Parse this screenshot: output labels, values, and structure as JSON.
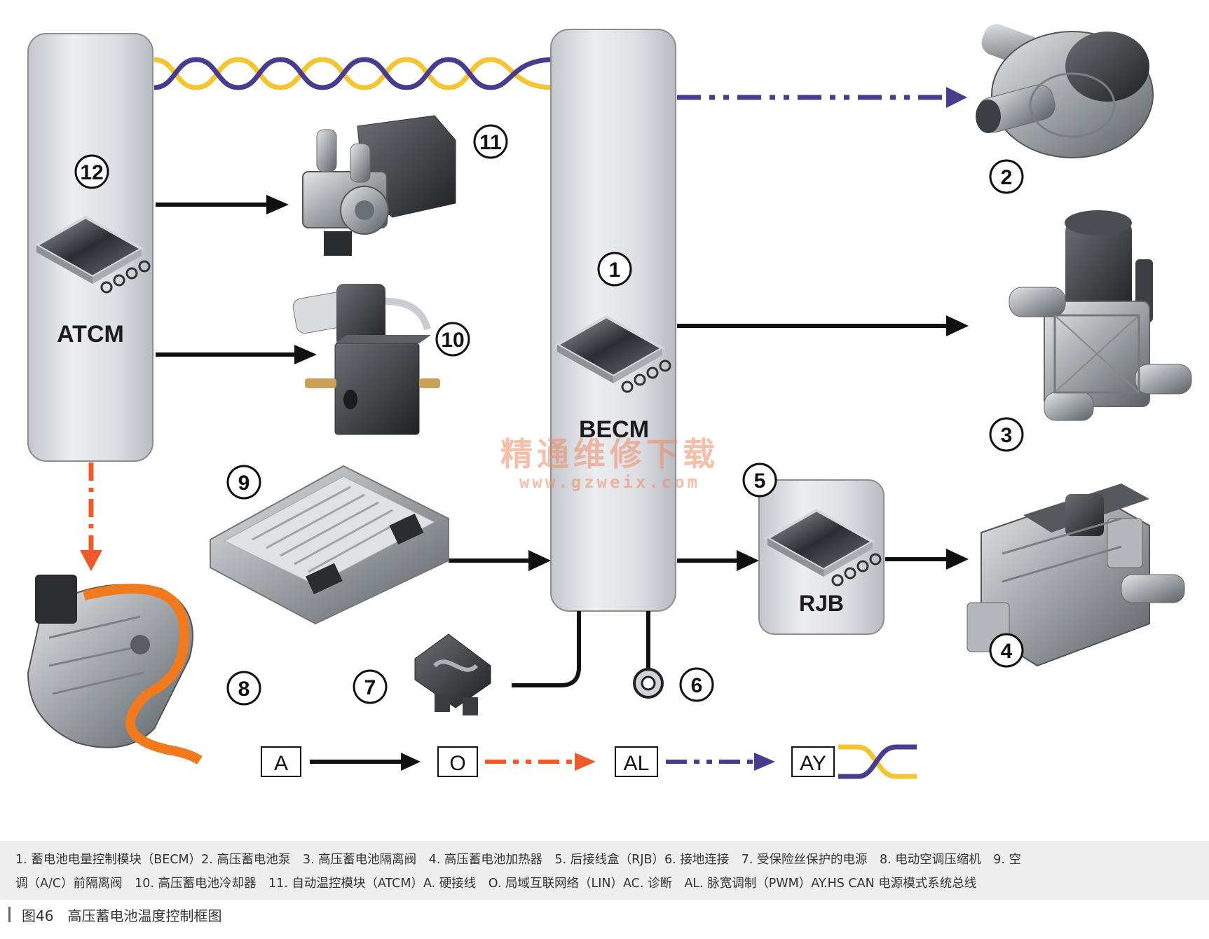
{
  "modules": {
    "atcm": {
      "label": "ATCM",
      "number": "12"
    },
    "becm": {
      "label": "BECM",
      "number": "1"
    },
    "rjb": {
      "label": "RJB",
      "number": "5"
    }
  },
  "components": {
    "battery_pump": {
      "number": "2"
    },
    "isolation_valve": {
      "number": "3"
    },
    "battery_heater": {
      "number": "4"
    },
    "ground": {
      "number": "6"
    },
    "fuse": {
      "number": "7"
    },
    "compressor": {
      "number": "8"
    },
    "ac_valve": {
      "number": "9"
    },
    "chiller": {
      "number": "10"
    },
    "atcm_actuator": {
      "number": "11"
    }
  },
  "legend": {
    "a": "A",
    "o": "O",
    "al": "AL",
    "ay": "AY"
  },
  "colors": {
    "hardwire": "#111111",
    "lin": "#f05a28",
    "pwm": "#4b3b8f",
    "can_yellow": "#f2c531",
    "module_fill": "#d9dbe1"
  },
  "watermark": {
    "cn": "精通维修下载",
    "url": "www.gzweix.com"
  },
  "caption": {
    "line1": "1. 蓄电池电量控制模块（BECM）2. 高压蓄电池泵　3. 高压蓄电池隔离阀　4. 高压蓄电池加热器　5. 后接线盒（RJB）6. 接地连接　7. 受保险丝保护的电源　8. 电动空调压缩机　9. 空",
    "line2": "调（A/C）前隔离阀　10. 高压蓄电池冷却器　11. 自动温控模块（ATCM）A. 硬接线　O. 局域互联网络（LIN）AC. 诊断　AL. 脉宽调制（PWM）AY.HS CAN 电源模式系统总线"
  },
  "figure_title": "图46　高压蓄电池温度控制框图"
}
